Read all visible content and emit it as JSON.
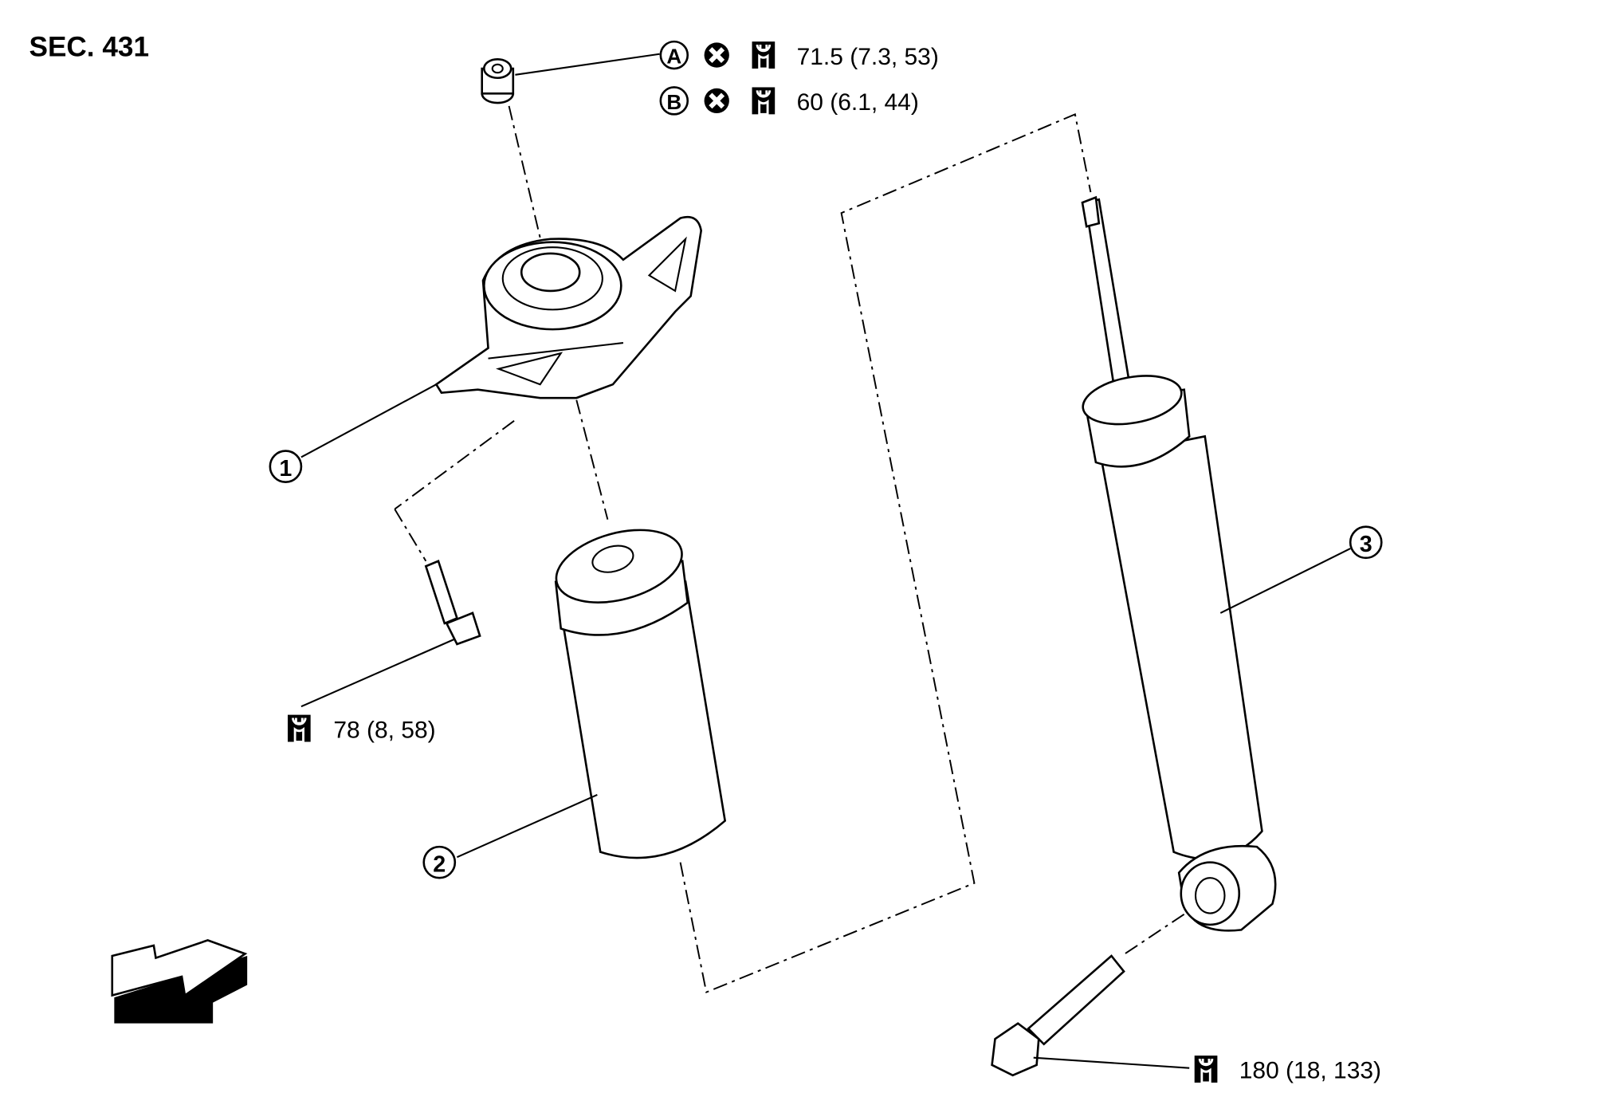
{
  "section": "SEC. 431",
  "callouts": [
    {
      "id": "1",
      "label": "1"
    },
    {
      "id": "2",
      "label": "2"
    },
    {
      "id": "3",
      "label": "3"
    }
  ],
  "torques": {
    "a": {
      "letter": "A",
      "value": "71.5 (7.3, 53)"
    },
    "b": {
      "letter": "B",
      "value": "60 (6.1, 44)"
    },
    "bolt_small": {
      "value": "78 (8, 58)"
    },
    "bolt_lower": {
      "value": "180 (18, 133)"
    }
  },
  "icons": [
    "circled-letter-icon",
    "do-not-reuse-icon",
    "torque-wrench-icon",
    "front-direction-arrow-icon"
  ]
}
